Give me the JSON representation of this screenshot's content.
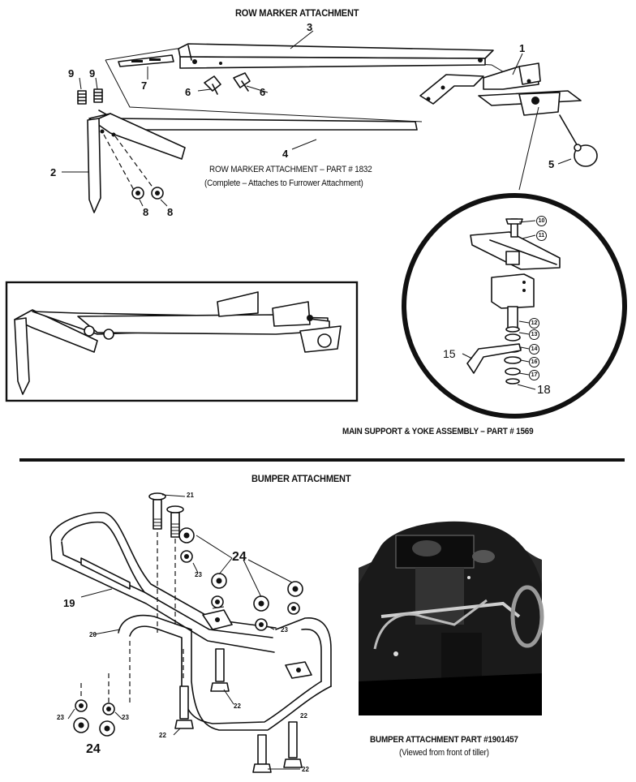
{
  "top": {
    "title": "ROW MARKER ATTACHMENT",
    "caption_line1": "ROW MARKER ATTACHMENT – PART # 1832",
    "caption_line2": "(Complete – Attaches to Furrower Attachment)",
    "assembly_caption": "MAIN SUPPORT & YOKE ASSEMBLY – PART # 1569"
  },
  "bottom": {
    "title": "BUMPER ATTACHMENT",
    "photo_caption_line1": "BUMPER ATTACHMENT PART #1901457",
    "photo_caption_line2": "(Viewed from front of tiller)"
  },
  "callouts": {
    "p1": "1",
    "p2": "2",
    "p3": "3",
    "p4": "4",
    "p5": "5",
    "p6a": "6",
    "p6b": "6",
    "p7": "7",
    "p8a": "8",
    "p8b": "8",
    "p9a": "9",
    "p9b": "9",
    "p10": "10",
    "p11": "11",
    "p12": "12",
    "p13": "13",
    "p14": "14",
    "p15": "15",
    "p16": "16",
    "p17": "17",
    "p18": "18",
    "p19": "19",
    "p20": "20",
    "p21": "21",
    "p22a": "22",
    "p22b": "22",
    "p22c": "22",
    "p22d": "22",
    "p23a": "23",
    "p23b": "23",
    "p23c": "23",
    "p23d": "23",
    "p24a": "24",
    "p24b": "24"
  }
}
